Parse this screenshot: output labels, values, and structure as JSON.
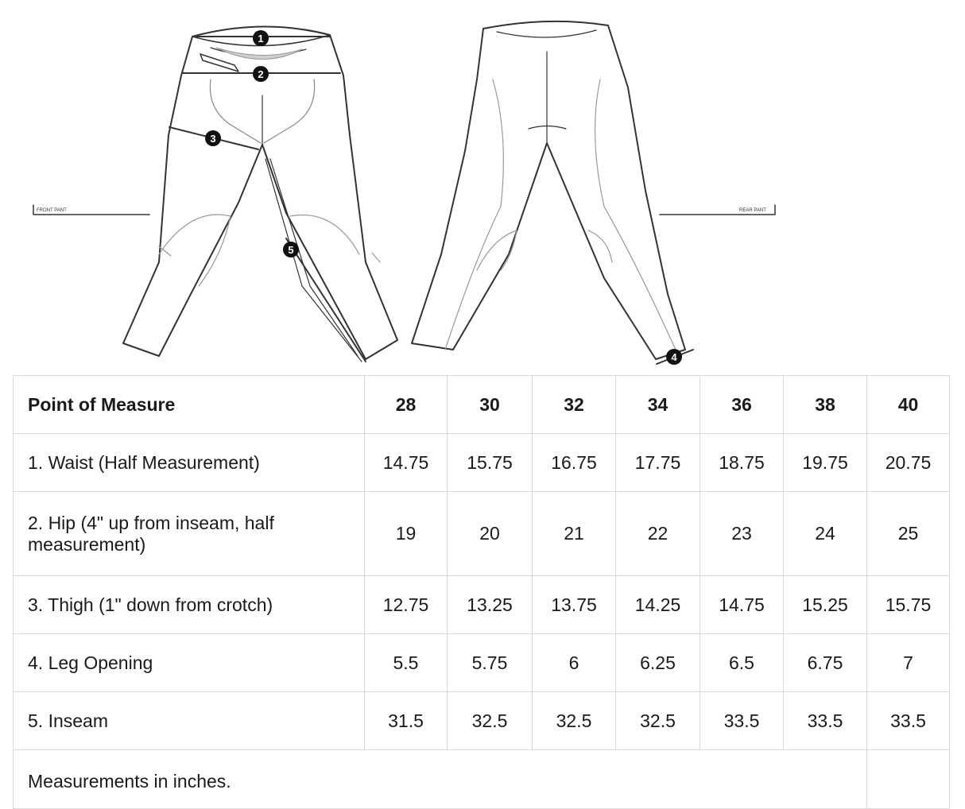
{
  "diagram": {
    "front_label": "FRONT PANT",
    "rear_label": "REAR PANT",
    "markers": [
      "1",
      "2",
      "3",
      "4",
      "5"
    ]
  },
  "table": {
    "header": {
      "label": "Point of Measure",
      "sizes": [
        "28",
        "30",
        "32",
        "34",
        "36",
        "38",
        "40"
      ]
    },
    "rows": [
      {
        "label": "1. Waist (Half Measurement)",
        "values": [
          "14.75",
          "15.75",
          "16.75",
          "17.75",
          "18.75",
          "19.75",
          "20.75"
        ]
      },
      {
        "label": "2. Hip (4\" up from inseam, half measurement)",
        "values": [
          "19",
          "20",
          "21",
          "22",
          "23",
          "24",
          "25"
        ]
      },
      {
        "label": "3. Thigh (1\" down from crotch)",
        "values": [
          "12.75",
          "13.25",
          "13.75",
          "14.25",
          "14.75",
          "15.25",
          "15.75"
        ]
      },
      {
        "label": "4. Leg Opening",
        "values": [
          "5.5",
          "5.75",
          "6",
          "6.25",
          "6.5",
          "6.75",
          "7"
        ]
      },
      {
        "label": "5. Inseam",
        "values": [
          "31.5",
          "32.5",
          "32.5",
          "32.5",
          "33.5",
          "33.5",
          "33.5"
        ]
      }
    ],
    "footnote": "Measurements in inches."
  }
}
